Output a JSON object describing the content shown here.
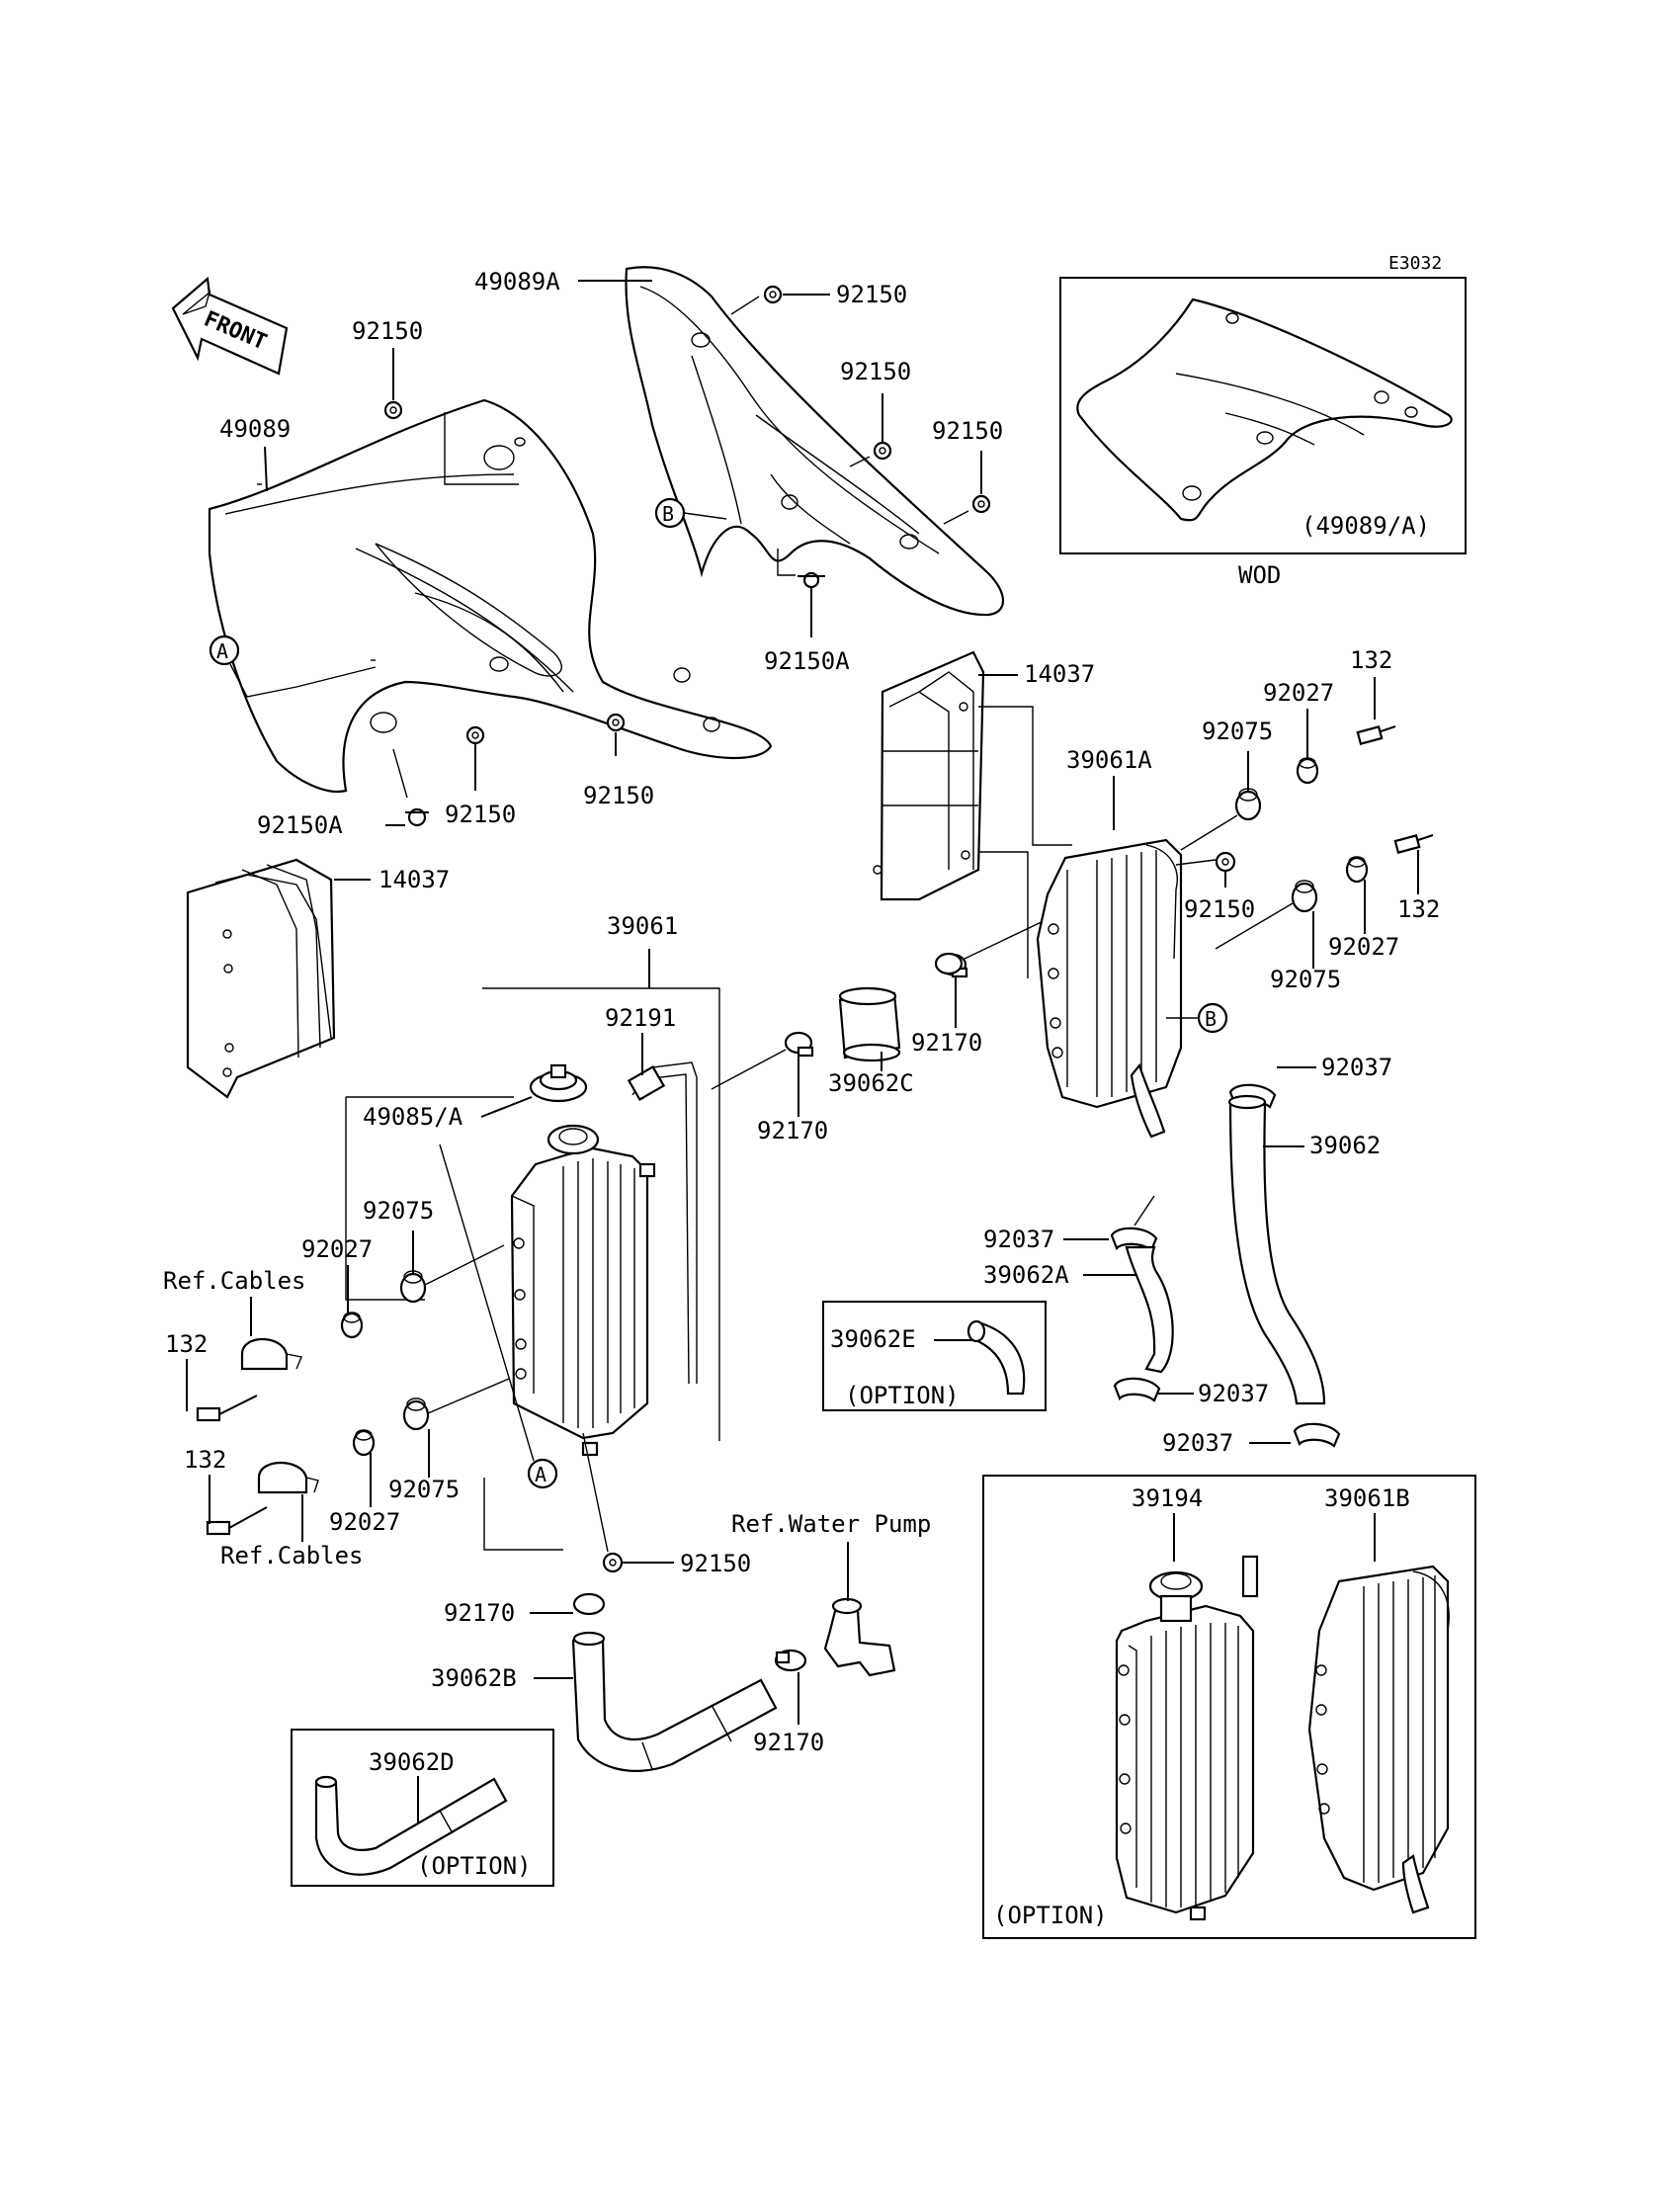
{
  "diagram_id": "E3032",
  "front_arrow": "FRONT",
  "parts": {
    "shroud_r": "49089A",
    "shroud_l": "49089",
    "bolt_92150": "92150",
    "bolt_92150a": "92150A",
    "screen": "14037",
    "radiator_l": "39061",
    "radiator_r": "39061A",
    "radiator_option_b": "39061B",
    "radiator_option": "39194",
    "cap": "49085/A",
    "hose_breather": "92191",
    "grommet": "92075",
    "collar": "92027",
    "bolt_132": "132",
    "clamp_92170": "92170",
    "clamp_92037": "92037",
    "hose_39062": "39062",
    "hose_39062a": "39062A",
    "hose_39062b": "39062B",
    "hose_39062c": "39062C",
    "hose_39062d": "39062D",
    "hose_39062e": "39062E"
  },
  "refs": {
    "cables": "Ref.Cables",
    "water_pump": "Ref.Water Pump",
    "marker_a": "A",
    "marker_b": "B"
  },
  "boxes": {
    "wod_label": "(49089/A)",
    "wod_caption": "WOD",
    "option": "(OPTION)"
  }
}
